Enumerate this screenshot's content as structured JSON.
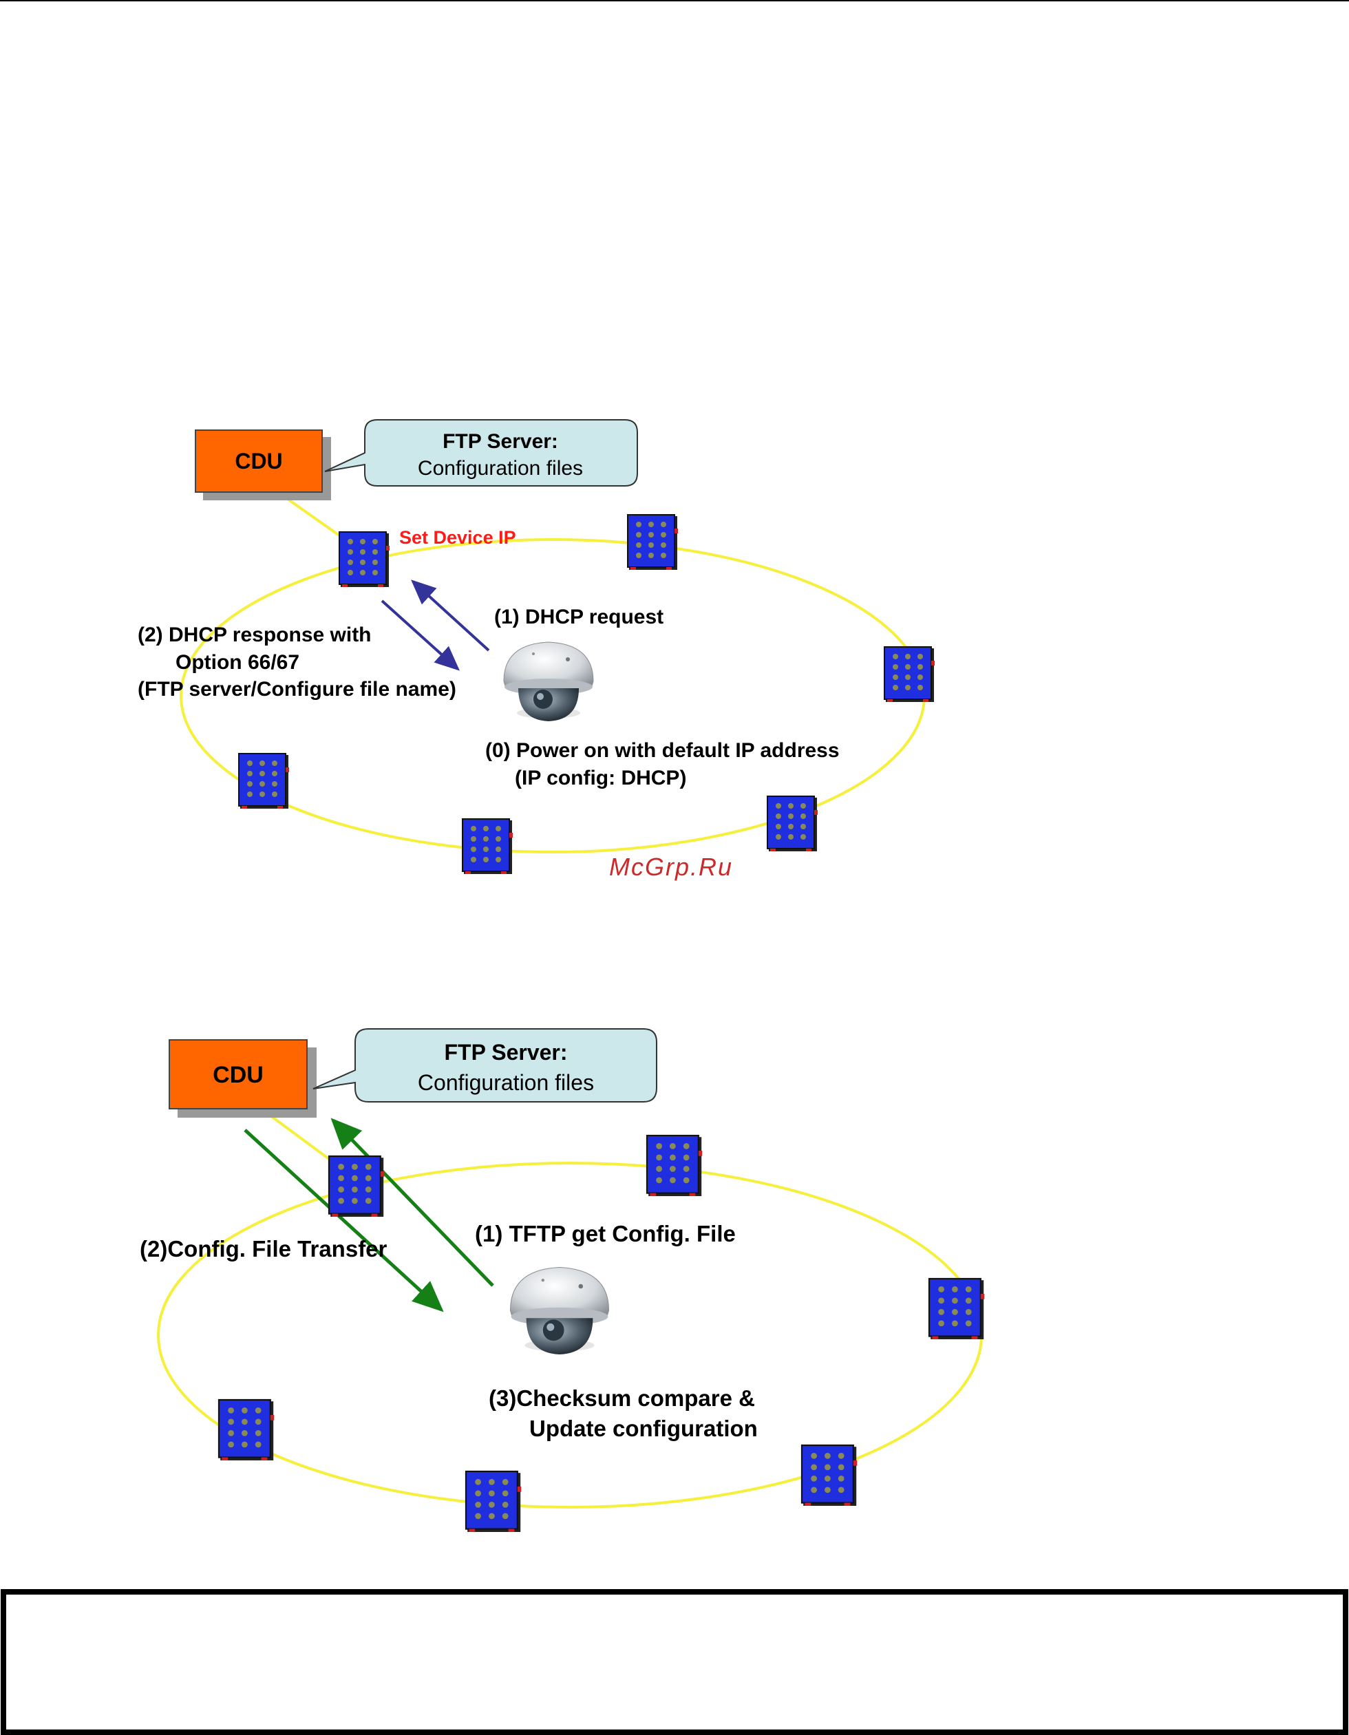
{
  "colors": {
    "cdu_fill": "#FF6600",
    "bubble_fill": "#CCE8EA",
    "ring": "#F6F03C",
    "device": "#1F2FE0",
    "arrow_blue": "#333399",
    "arrow_green": "#158015",
    "red_label": "#FF1A1A",
    "watermark": "#CC2A2A"
  },
  "diagram1": {
    "cdu_label": "CDU",
    "bubble_title": "FTP Server:",
    "bubble_sub": "Configuration files",
    "set_device_ip": "Set Device IP",
    "dhcp_request": "(1) DHCP request",
    "dhcp_response_1": "(2) DHCP response with",
    "dhcp_response_2": "Option 66/67",
    "dhcp_response_3": "(FTP server/Configure file name)",
    "power_on_1": "(0) Power on with default IP address",
    "power_on_2": "(IP config: DHCP)",
    "watermark": "McGrp.Ru"
  },
  "diagram2": {
    "cdu_label": "CDU",
    "bubble_title": "FTP Server:",
    "bubble_sub": "Configuration files",
    "tftp_get": "(1) TFTP get Config. File",
    "config_transfer": "(2)Config. File Transfer",
    "checksum_1": "(3)Checksum compare &",
    "checksum_2": "Update configuration"
  },
  "icons": [
    "switch-icon",
    "dome-camera-icon"
  ]
}
